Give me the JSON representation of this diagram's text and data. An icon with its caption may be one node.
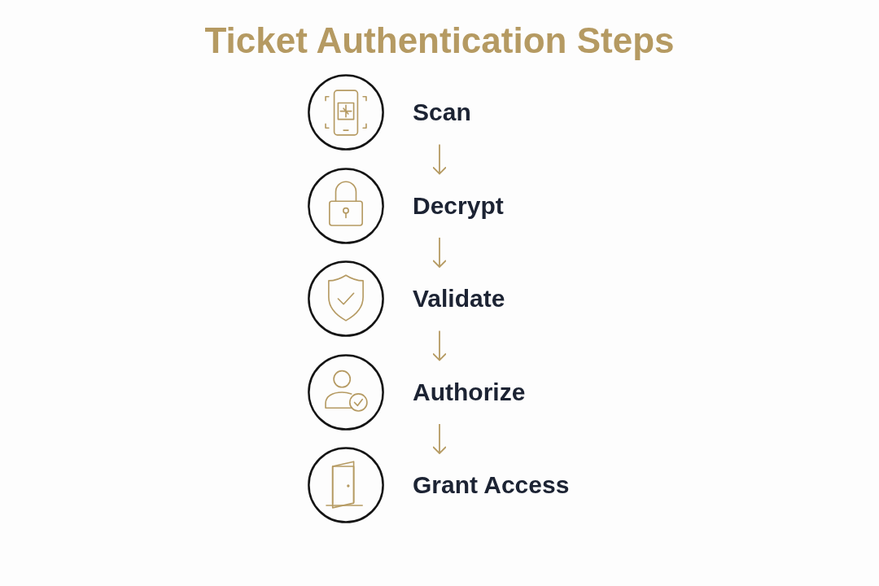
{
  "diagram": {
    "title": "Ticket Authentication Steps",
    "nodes": [
      {
        "text": [
          "Scan"
        ]
      },
      {
        "text": [
          "Decrypt"
        ]
      },
      {
        "text": [
          "Validate"
        ]
      },
      {
        "text": [
          "Authorize"
        ]
      },
      {
        "text": [
          "Grant Access"
        ]
      }
    ],
    "edges": [
      {
        "from": 0,
        "to": 1,
        "arrow": "to"
      },
      {
        "from": 1,
        "to": 2,
        "arrow": "to"
      },
      {
        "from": 2,
        "to": 3,
        "arrow": "to"
      },
      {
        "from": 3,
        "to": 4,
        "arrow": "to"
      }
    ]
  }
}
